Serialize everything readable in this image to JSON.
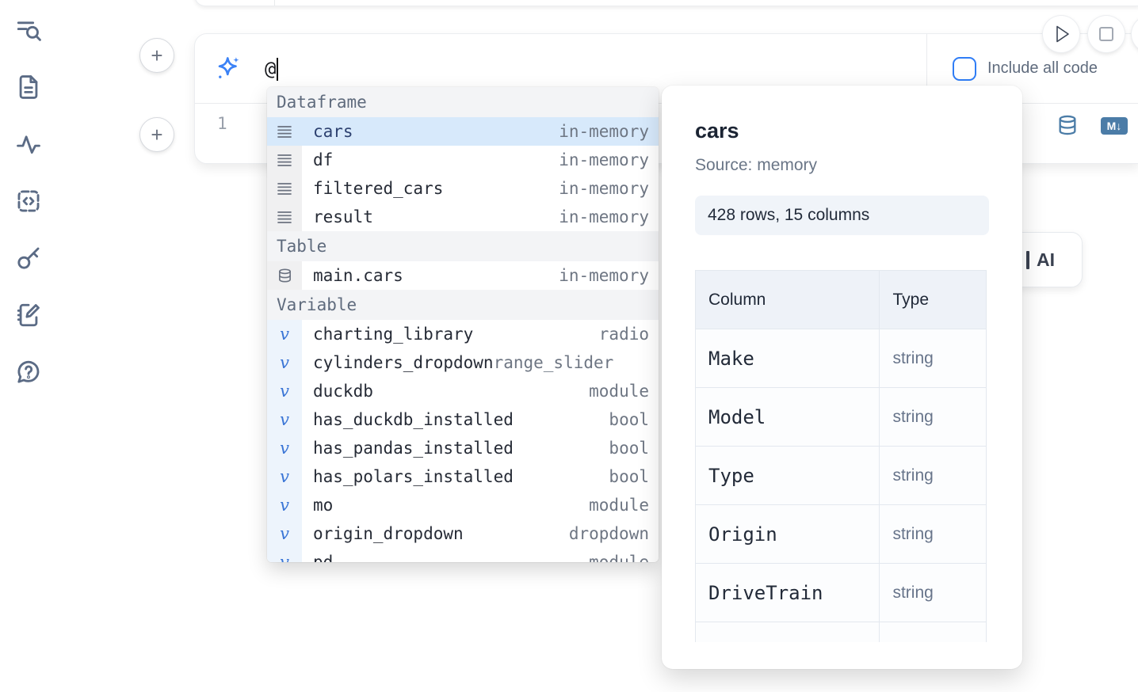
{
  "sidebar": {
    "icons": [
      "toc-search-icon",
      "document-icon",
      "activity-icon",
      "snippets-icon",
      "key-icon",
      "scratchpad-icon",
      "help-icon"
    ]
  },
  "cell": {
    "add_button_label": "+",
    "ai_input": {
      "value": "@",
      "icon": "sparkles-icon"
    },
    "include_all_code_label": "Include all code",
    "checkbox_checked": false,
    "line_number": "1",
    "markdown_badge": "M↓",
    "icons": [
      "database-icon",
      "markdown-icon"
    ]
  },
  "run_controls": {
    "icons": [
      "play-icon",
      "stop-icon"
    ]
  },
  "autocomplete": {
    "sections": [
      {
        "label": "Dataframe",
        "items": [
          {
            "name": "cars",
            "type": "in-memory",
            "icon": "dataframe-icon",
            "selected": true
          },
          {
            "name": "df",
            "type": "in-memory",
            "icon": "dataframe-icon"
          },
          {
            "name": "filtered_cars",
            "type": "in-memory",
            "icon": "dataframe-icon"
          },
          {
            "name": "result",
            "type": "in-memory",
            "icon": "dataframe-icon"
          }
        ]
      },
      {
        "label": "Table",
        "items": [
          {
            "name": "main.cars",
            "type": "in-memory",
            "icon": "database-icon"
          }
        ]
      },
      {
        "label": "Variable",
        "items": [
          {
            "name": "charting_library",
            "type": "radio",
            "icon": "variable-icon"
          },
          {
            "name": "cylinders_dropdown",
            "type": "range_slider",
            "icon": "variable-icon"
          },
          {
            "name": "duckdb",
            "type": "module",
            "icon": "variable-icon"
          },
          {
            "name": "has_duckdb_installed",
            "type": "bool",
            "icon": "variable-icon"
          },
          {
            "name": "has_pandas_installed",
            "type": "bool",
            "icon": "variable-icon"
          },
          {
            "name": "has_polars_installed",
            "type": "bool",
            "icon": "variable-icon"
          },
          {
            "name": "mo",
            "type": "module",
            "icon": "variable-icon"
          },
          {
            "name": "origin_dropdown",
            "type": "dropdown",
            "icon": "variable-icon"
          },
          {
            "name": "pd",
            "type": "module",
            "icon": "variable-icon"
          }
        ]
      }
    ]
  },
  "preview_panel": {
    "title": "cars",
    "source": "Source: memory",
    "shape_badge": "428 rows, 15 columns",
    "table": {
      "headers": [
        "Column",
        "Type"
      ],
      "rows": [
        [
          "Make",
          "string"
        ],
        [
          "Model",
          "string"
        ],
        [
          "Type",
          "string"
        ],
        [
          "Origin",
          "string"
        ],
        [
          "DriveTrain",
          "string"
        ],
        [
          "",
          ""
        ]
      ]
    }
  },
  "ai_button": {
    "label": "AI"
  },
  "colors": {
    "accent_blue": "#2f7df6",
    "icon_blue": "#4b7ca7",
    "selected_row": "#d7e9fb",
    "variable_glyph": "#3b76d6",
    "section_header_bg": "#f3f4f6",
    "badge_bg": "#f0f4f9",
    "table_header_bg": "#eef2f8"
  }
}
